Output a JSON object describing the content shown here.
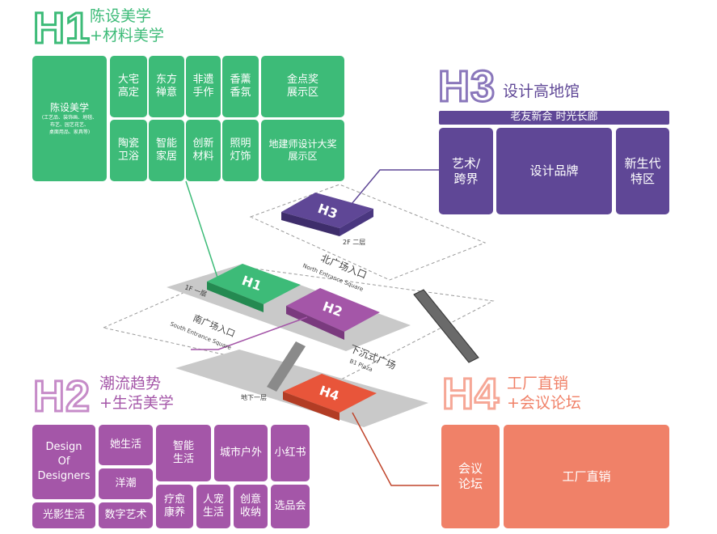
{
  "h1": {
    "code": "H1",
    "title_line1": "陈设美学",
    "title_line2": "+材料美学",
    "main": {
      "label": "陈设美学",
      "note_line1": "(工艺品、装饰画、地毯、",
      "note_line2": "布艺、园艺花艺、",
      "note_line3": "桌面用品、家具等)"
    },
    "items": {
      "dazhai": "大宅\n高定",
      "dongfang": "东方\n禅意",
      "feiyi": "非遗\n手作",
      "xiangxun": "香薰\n香氛",
      "jindian": "金点奖\n展示区",
      "taoci": "陶瓷\n卫浴",
      "zhineng": "智能\n家居",
      "chuangxin": "创新\n材料",
      "zhaoming": "照明\n灯饰",
      "dijianshi": "地建师设计大奖\n展示区"
    }
  },
  "h3": {
    "code": "H3",
    "title": "设计高地馆",
    "banner": "老友新会 时光长廊",
    "items": {
      "yishu": "艺术/\n跨界",
      "sheji": "设计品牌",
      "xinsheng": "新生代\n特区"
    }
  },
  "h2": {
    "code": "H2",
    "title_line1": "潮流趋势",
    "title_line2": "+生活美学",
    "items": {
      "dod": "Design\nOf\nDesigners",
      "guangying": "光影生活",
      "tashenghuo": "她生活",
      "yangchao": "洋潮",
      "shuzi": "数字艺术",
      "zhineng": "智能\n生活",
      "liaoyu": "疗愈\n康养",
      "renchong": "人宠\n生活",
      "chengshi": "城市户外",
      "chuangyi": "创意\n收纳",
      "xiaohongshu": "小红书",
      "xuanpin": "选品会"
    }
  },
  "h4": {
    "code": "H4",
    "title_line1": "工厂直销",
    "title_line2": "+会议论坛",
    "items": {
      "huiyi": "会议\n论坛",
      "gongchang": "工厂直销"
    }
  },
  "floor_map": {
    "floor_2f": "2F 二层",
    "floor_1f": "1F 一层",
    "floor_b1": "地下一层",
    "north_cn": "北广场入口",
    "north_en": "North Entrance Square",
    "south_cn": "南广场入口",
    "south_en": "South Entrance Square",
    "plaza_cn": "下沉式广场",
    "plaza_en": "B1 Plaza",
    "h1_label": "H1",
    "h2_label": "H2",
    "h3_label": "H3",
    "h4_label": "H4"
  },
  "colors": {
    "h1_green": "#3dbb78",
    "h2_magenta": "#a456a8",
    "h3_purple": "#5f4796",
    "h4_orange": "#f08168",
    "h4_block": "#e8553a"
  }
}
